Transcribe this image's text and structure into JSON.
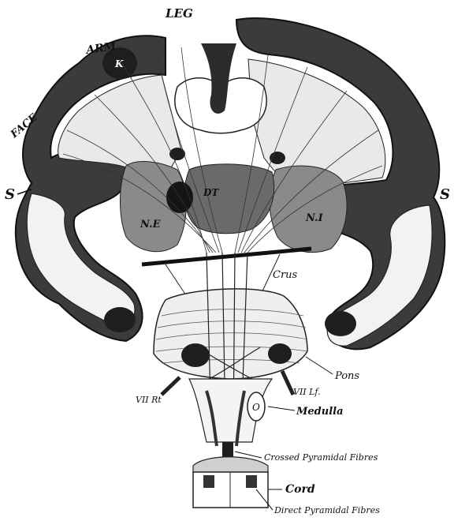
{
  "labels": {
    "leg": "LEG",
    "arm": "ARM",
    "face": "FACE",
    "s_left": "S",
    "s_right": "S",
    "k": "K",
    "dt": "DT",
    "ne_left": "N.E",
    "ne_right": "N.I",
    "crus": "Crus",
    "pons": "Pons",
    "vii_rt": "VII Rt",
    "vii_lf": "VII Lf.",
    "medulla": "Medulla",
    "o": "O",
    "crossed": "Crossed Pyramidal Fibres",
    "cord": "Cord",
    "direct": "Direct Pyramidal Fibres"
  },
  "colors": {
    "ink": "#1a1a1a",
    "background": "#ffffff"
  }
}
